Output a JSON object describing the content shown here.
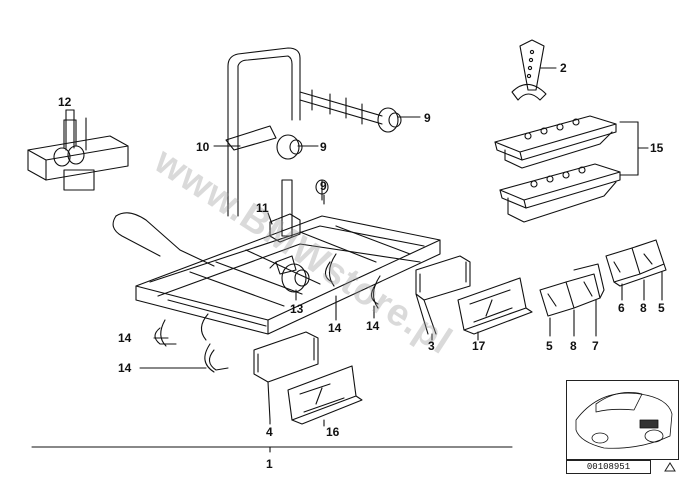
{
  "diagram": {
    "callouts": [
      "1",
      "2",
      "3",
      "4",
      "5",
      "5",
      "6",
      "7",
      "8",
      "8",
      "9",
      "9",
      "9",
      "10",
      "11",
      "12",
      "13",
      "14",
      "14",
      "14",
      "14",
      "15",
      "16",
      "17"
    ],
    "watermark": "www.BMWstore.pl",
    "document_number": "00108951"
  }
}
